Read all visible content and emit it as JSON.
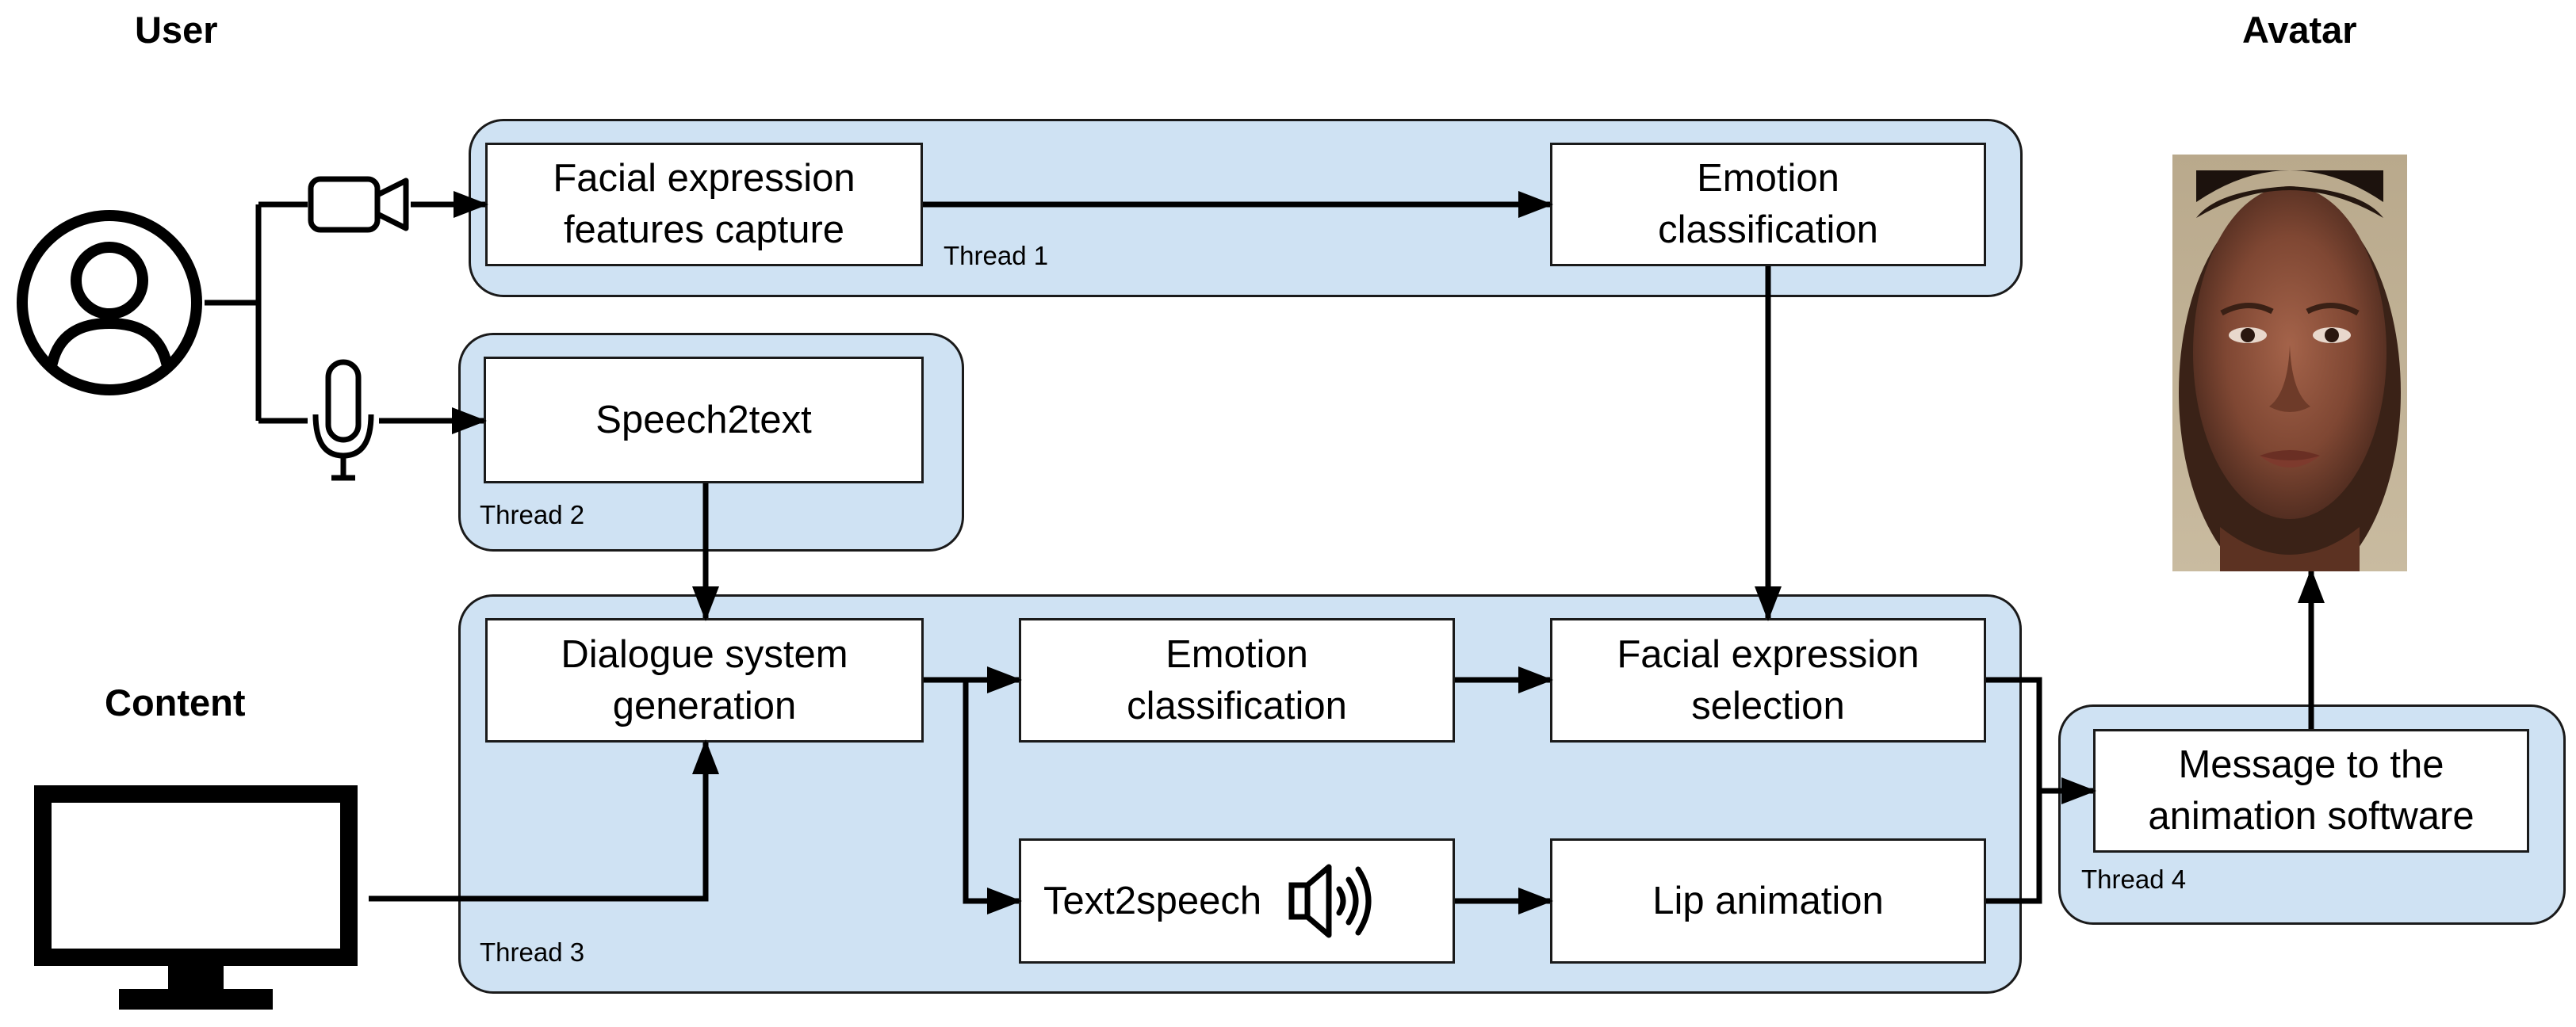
{
  "headings": {
    "user": "User",
    "avatar": "Avatar",
    "content": "Content"
  },
  "threads": {
    "t1": "Thread 1",
    "t2": "Thread 2",
    "t3": "Thread 3",
    "t4": "Thread 4"
  },
  "boxes": {
    "facial_capture": "Facial expression\nfeatures capture",
    "emotion_top": "Emotion\nclassification",
    "speech2text": "Speech2text",
    "dialogue": "Dialogue system\ngeneration",
    "emotion_mid": "Emotion\nclassification",
    "facial_selection": "Facial expression\nselection",
    "text2speech": "Text2speech",
    "lip_animation": "Lip animation",
    "message": "Message to the\nanimation software"
  },
  "icons": {
    "user": "user-icon",
    "camera": "camera-icon",
    "microphone": "microphone-icon",
    "monitor": "monitor-icon",
    "speaker": "speaker-icon",
    "avatar": "avatar-face-image"
  }
}
